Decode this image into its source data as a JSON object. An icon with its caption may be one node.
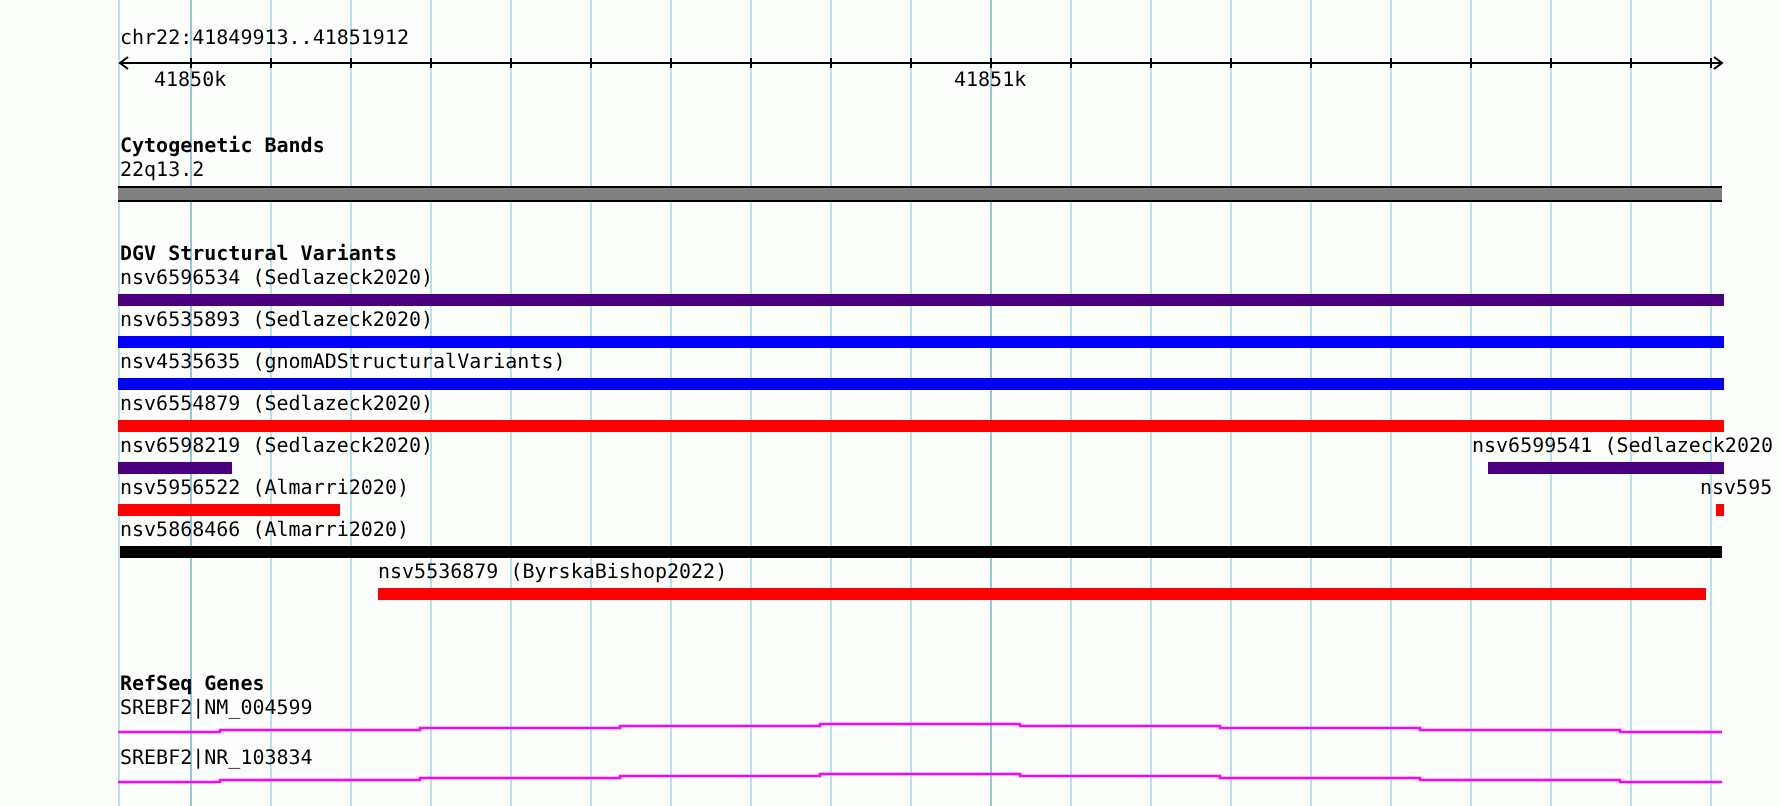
{
  "diagram": {
    "labels": [
      "chr22:41849913..41851912",
      "41850k",
      "41851k",
      "Cytogenetic Bands",
      "22q13.2",
      "DGV Structural Variants",
      "nsv6596534 (Sedlazeck2020)",
      "nsv6535893 (Sedlazeck2020)",
      "nsv4535635 (gnomADStructuralVariants)",
      "nsv6554879 (Sedlazeck2020)",
      "nsv6598219 (Sedlazeck2020)",
      "nsv6599541 (Sedlazeck2020",
      "nsv5956522 (Almarri2020)",
      "nsv595",
      "nsv5868466 (Almarri2020)",
      "nsv5536879 (ByrskaBishop2022)",
      "RefSeq Genes",
      "SREBF2|NM_004599",
      "SREBF2|NR_103834"
    ]
  }
}
